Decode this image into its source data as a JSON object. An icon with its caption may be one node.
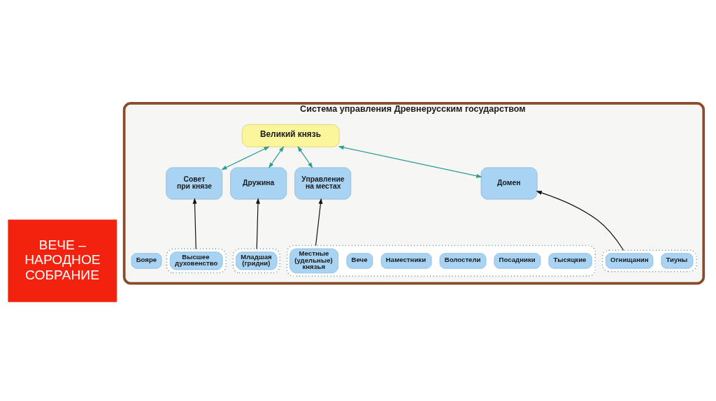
{
  "diagram": {
    "nodes": [
      {
        "text": [
          "ВЕЧЕ – НАРОДНОЕ СОБРАНИЕ"
        ]
      },
      {
        "text": [
          "Система управления Древнерусским государством"
        ]
      },
      {
        "text": [
          "Великий князь"
        ],
        "in": 1
      },
      {
        "text": [
          "Совет при князе"
        ],
        "in": 1
      },
      {
        "text": [
          "Дружина"
        ],
        "in": 1
      },
      {
        "text": [
          "Управление на местах"
        ],
        "in": 1
      },
      {
        "text": [
          "Домен"
        ],
        "in": 1
      },
      {
        "text": [],
        "shape": "box",
        "in": 1
      },
      {
        "text": [
          "Бояре"
        ],
        "in": 1
      },
      {
        "text": [],
        "shape": "box",
        "in": 1
      },
      {
        "text": [
          "Высшее духовенство"
        ],
        "in": 7
      },
      {
        "text": [
          "Младшая (гридни)"
        ],
        "in": 9
      },
      {
        "text": [],
        "shape": "box",
        "in": 1
      },
      {
        "text": [
          "Местные (удельные) князья"
        ],
        "in": 12
      },
      {
        "text": [
          "Вече"
        ],
        "in": 12
      },
      {
        "text": [
          "Наместники"
        ],
        "in": 12
      },
      {
        "text": [
          "Волостели"
        ],
        "in": 12
      },
      {
        "text": [
          "Посадники"
        ],
        "in": 12
      },
      {
        "text": [
          "Тысяцкие"
        ],
        "in": 12
      },
      {
        "text": [],
        "shape": "box",
        "in": 1
      },
      {
        "text": [
          "Огнищанин"
        ],
        "in": 19
      },
      {
        "text": [
          "Тиуны"
        ],
        "in": 19
      }
    ],
    "edges": [
      {
        "from": 3,
        "to": 2,
        "arrow": "both",
        "color": "#2f9c90"
      },
      {
        "from": 4,
        "to": 2,
        "arrow": "both",
        "color": "#2f9c90"
      },
      {
        "from": 5,
        "to": 2,
        "arrow": "both",
        "color": "#2f9c90"
      },
      {
        "from": 6,
        "to": 2,
        "arrow": "both",
        "color": "#2f9c90"
      },
      {
        "from": 7,
        "to": 3,
        "arrow": "to",
        "color": "#111111"
      },
      {
        "from": 9,
        "to": 4,
        "arrow": "to",
        "color": "#111111"
      },
      {
        "from": 12,
        "to": 5,
        "arrow": "to",
        "color": "#111111"
      },
      {
        "from": 19,
        "to": 6,
        "arrow": "to",
        "color": "#111111"
      }
    ]
  }
}
